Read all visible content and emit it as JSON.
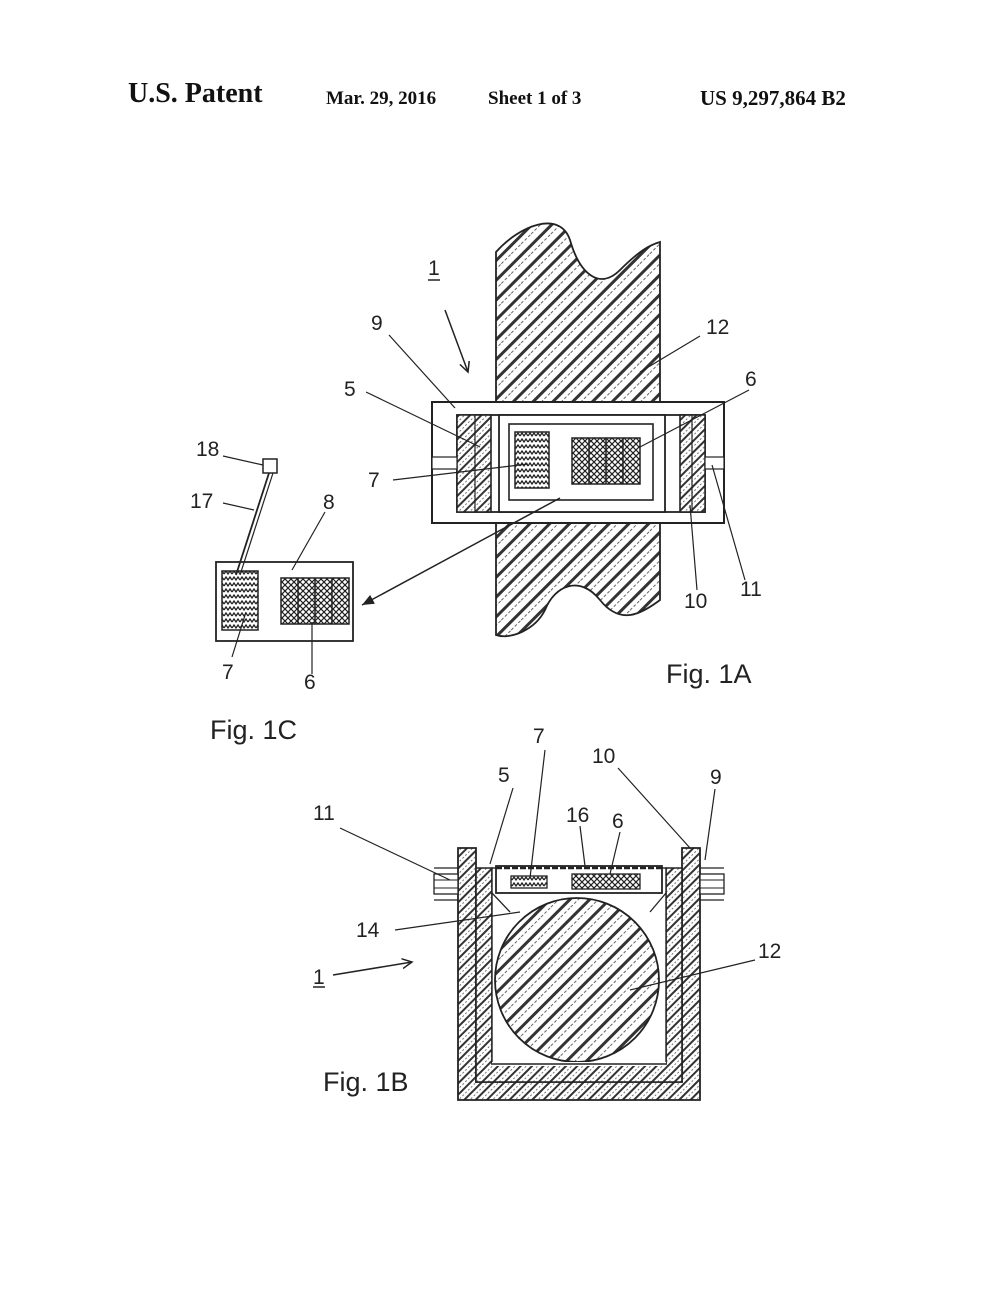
{
  "header": {
    "title": "U.S. Patent",
    "date": "Mar. 29, 2016",
    "sheet": "Sheet 1 of 3",
    "patent_number": "US 9,297,864 B2"
  },
  "figures": {
    "fig1a": {
      "label": "Fig. 1A",
      "refs": {
        "device": "1",
        "r9": "9",
        "r5": "5",
        "r7": "7",
        "r6": "6",
        "r12": "12",
        "r10": "10",
        "r11": "11"
      }
    },
    "fig1b": {
      "label": "Fig. 1B",
      "refs": {
        "device": "1",
        "r7": "7",
        "r10": "10",
        "r9": "9",
        "r5": "5",
        "r16": "16",
        "r6": "6",
        "r11": "11",
        "r14": "14",
        "r12": "12"
      }
    },
    "fig1c": {
      "label": "Fig. 1C",
      "refs": {
        "r18": "18",
        "r17": "17",
        "r8": "8",
        "r7": "7",
        "r6": "6"
      }
    }
  }
}
